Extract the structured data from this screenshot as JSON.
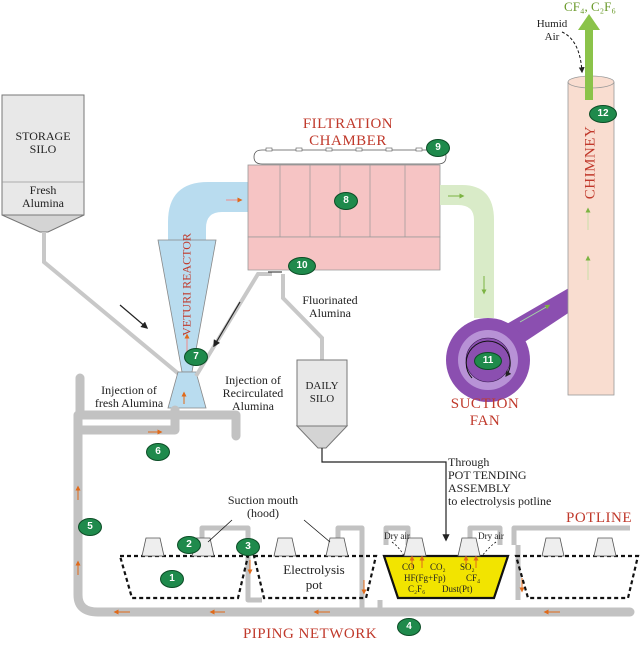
{
  "labels": {
    "storage_silo": [
      "STORAGE",
      "SILO"
    ],
    "fresh_alumina": [
      "Fresh",
      "Alumina"
    ],
    "filtration_chamber": [
      "FILTRATION",
      "CHAMBER"
    ],
    "venturi_reactor": "VETURI REACTOR",
    "chimney": "CHIMNEY",
    "top_gases": "CF₄, C₂F₆",
    "humid_air": [
      "Humid",
      "Air"
    ],
    "fluorinated_alumina": [
      "Fluorinated",
      "Alumina"
    ],
    "injection_fresh": [
      "Injection of",
      "fresh Alumina"
    ],
    "injection_recirculated": [
      "Injection of",
      "Recirculated",
      "Alumina"
    ],
    "daily_silo": [
      "DAILY",
      "SILO"
    ],
    "suction_fan": [
      "SUCTION",
      "FAN"
    ],
    "pot_tending": [
      "Through",
      "POT TENDING",
      "ASSEMBLY",
      "to electrolysis potline"
    ],
    "suction_mouth": [
      "Suction mouth",
      "(hood)"
    ],
    "potline": "POTLINE",
    "electrolysis_pot": [
      "Electrolysis",
      "pot"
    ],
    "dry_air_left": "Dry air",
    "dry_air_right": "Dry air",
    "pot_gases": [
      "CO",
      "CO₂",
      "SO₂",
      "HF(Fg+Fp)",
      "CF₄",
      "C₂F₆",
      "Dust(Pt)"
    ],
    "piping_network": "PIPING NETWORK"
  },
  "badges": [
    "1",
    "2",
    "3",
    "4",
    "5",
    "6",
    "7",
    "8",
    "9",
    "10",
    "11",
    "12"
  ],
  "colors": {
    "pipe_gray": "#bdbdbd",
    "duct_blue": "#b9dcef",
    "chamber_pink": "#f6c4c4",
    "duct_green": "#d9ebc8",
    "fan_purple": "#8b4fb0",
    "chimney_peach": "#f9ddd0",
    "pot_yellow": "#f2e400",
    "badge_green": "#1f8a4c",
    "flow_orange": "#e06a1a"
  }
}
